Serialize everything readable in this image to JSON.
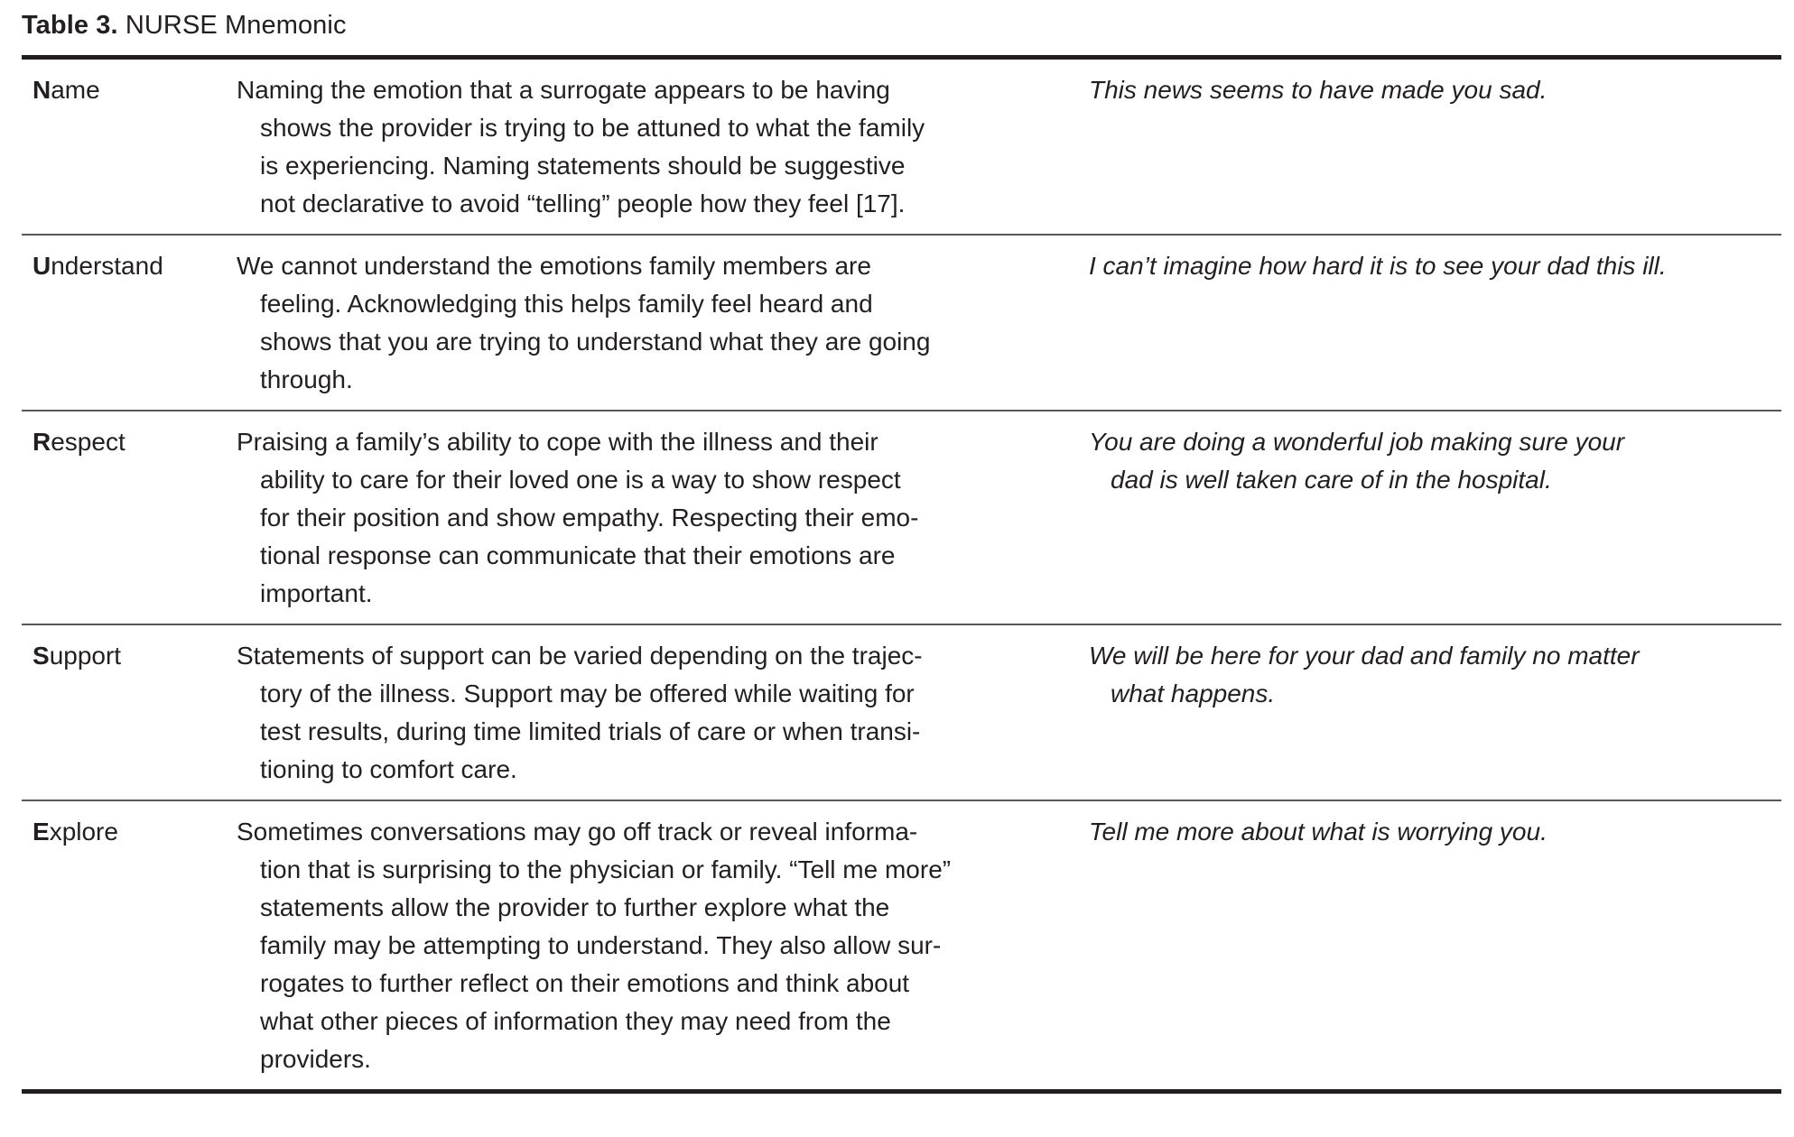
{
  "caption": {
    "label": "Table 3.",
    "title": "NURSE Mnemonic"
  },
  "colors": {
    "text": "#231f20",
    "rule_heavy": "#231f20",
    "rule_light": "#58585b",
    "background": "#ffffff"
  },
  "rows": [
    {
      "key": "name",
      "initial": "N",
      "label_rest": "ame",
      "description_lines": [
        "Naming the emotion that a surrogate appears to be having",
        "shows the provider is trying to be attuned to what the family",
        "is experiencing. Naming statements should be suggestive",
        "not declarative to avoid “telling” people how they feel [17]."
      ],
      "example_lines": [
        "This news seems to have made you sad."
      ]
    },
    {
      "key": "understand",
      "initial": "U",
      "label_rest": "nderstand",
      "description_lines": [
        "We cannot understand the emotions family members are",
        "feeling. Acknowledging this helps family feel heard and",
        "shows that you are trying to understand what they are going",
        "through."
      ],
      "example_lines": [
        "I can’t imagine how hard it is to see your dad this ill."
      ]
    },
    {
      "key": "respect",
      "initial": "R",
      "label_rest": "espect",
      "description_lines": [
        "Praising a family’s ability to cope with the illness and their",
        "ability to care for their loved one is a way to show respect",
        "for their position and show empathy. Respecting their emo-",
        "tional response can communicate that their emotions are",
        "important."
      ],
      "example_lines": [
        "You are doing a wonderful job making sure your",
        "dad is well taken care of in the hospital."
      ]
    },
    {
      "key": "support",
      "initial": "S",
      "label_rest": "upport",
      "description_lines": [
        "Statements of support can be varied depending on the trajec-",
        "tory of the illness. Support may be offered while waiting for",
        "test results, during time limited trials of care or when transi-",
        "tioning to comfort care."
      ],
      "example_lines": [
        "We will be here for your dad and family no matter",
        "what happens."
      ]
    },
    {
      "key": "explore",
      "initial": "E",
      "label_rest": "xplore",
      "description_lines": [
        "Sometimes conversations may go off track or reveal informa-",
        "tion that is surprising to the physician or family. “Tell me more”",
        "statements allow the provider to further explore what the",
        "family may be attempting to understand. They also allow sur-",
        "rogates to further reflect on their emotions and think about",
        "what other pieces of information they may need from the",
        "providers."
      ],
      "example_lines": [
        "Tell me more about what is worrying you."
      ]
    }
  ]
}
